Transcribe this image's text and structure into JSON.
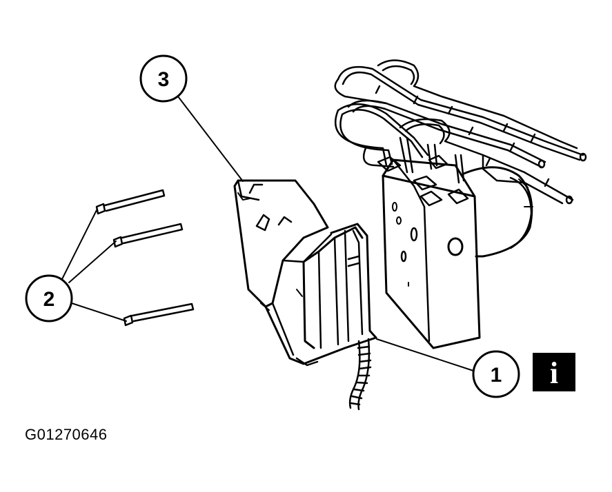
{
  "figure": {
    "id_label": "G01270646"
  },
  "callouts": {
    "c1": "1",
    "c2": "2",
    "c3": "3"
  },
  "info_badge": {
    "glyph": "i",
    "icon": "info-icon",
    "background": "#000000",
    "foreground": "#ffffff"
  },
  "colors": {
    "line": "#000000",
    "paper": "#ffffff"
  }
}
